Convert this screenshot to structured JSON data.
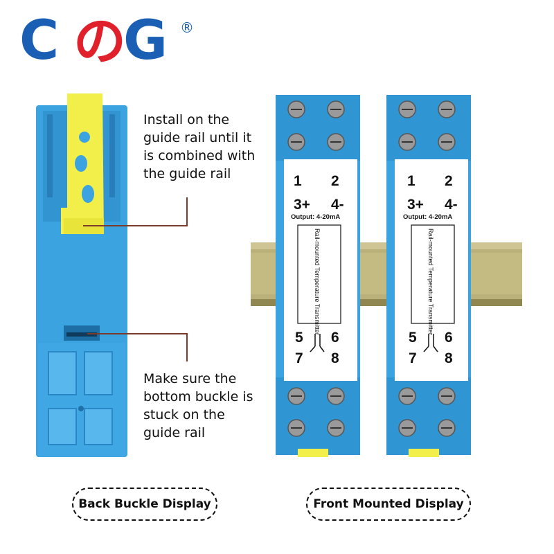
{
  "logo": {
    "text": "CのG",
    "left": "C",
    "middle": "の",
    "right": "G",
    "registered": "®",
    "colors": {
      "blue": "#1a5fb4",
      "red": "#e0202a"
    }
  },
  "annotations": {
    "top": "Install on the guide rail until it is combined with the guide rail",
    "bottom": "Make sure the bottom buckle is stuck on the guide rail"
  },
  "captions": {
    "left": "Back Buckle Display",
    "right": "Front Mounted Display"
  },
  "module": {
    "terminal_1": "1",
    "terminal_2": "2",
    "terminal_3": "3+",
    "terminal_4": "4-",
    "output": "Output: 4-20mA",
    "name": "Rail-mounted Temperature Transmitter",
    "terminal_5": "5",
    "terminal_6": "6",
    "terminal_7": "7",
    "terminal_8": "8"
  },
  "colors": {
    "housing_blue": "#3aa3e0",
    "housing_dark": "#2a86c4",
    "clip_yellow": "#f2ee4a",
    "rail_metal": "#b9b07a",
    "leader_line": "#7a3b2a"
  }
}
